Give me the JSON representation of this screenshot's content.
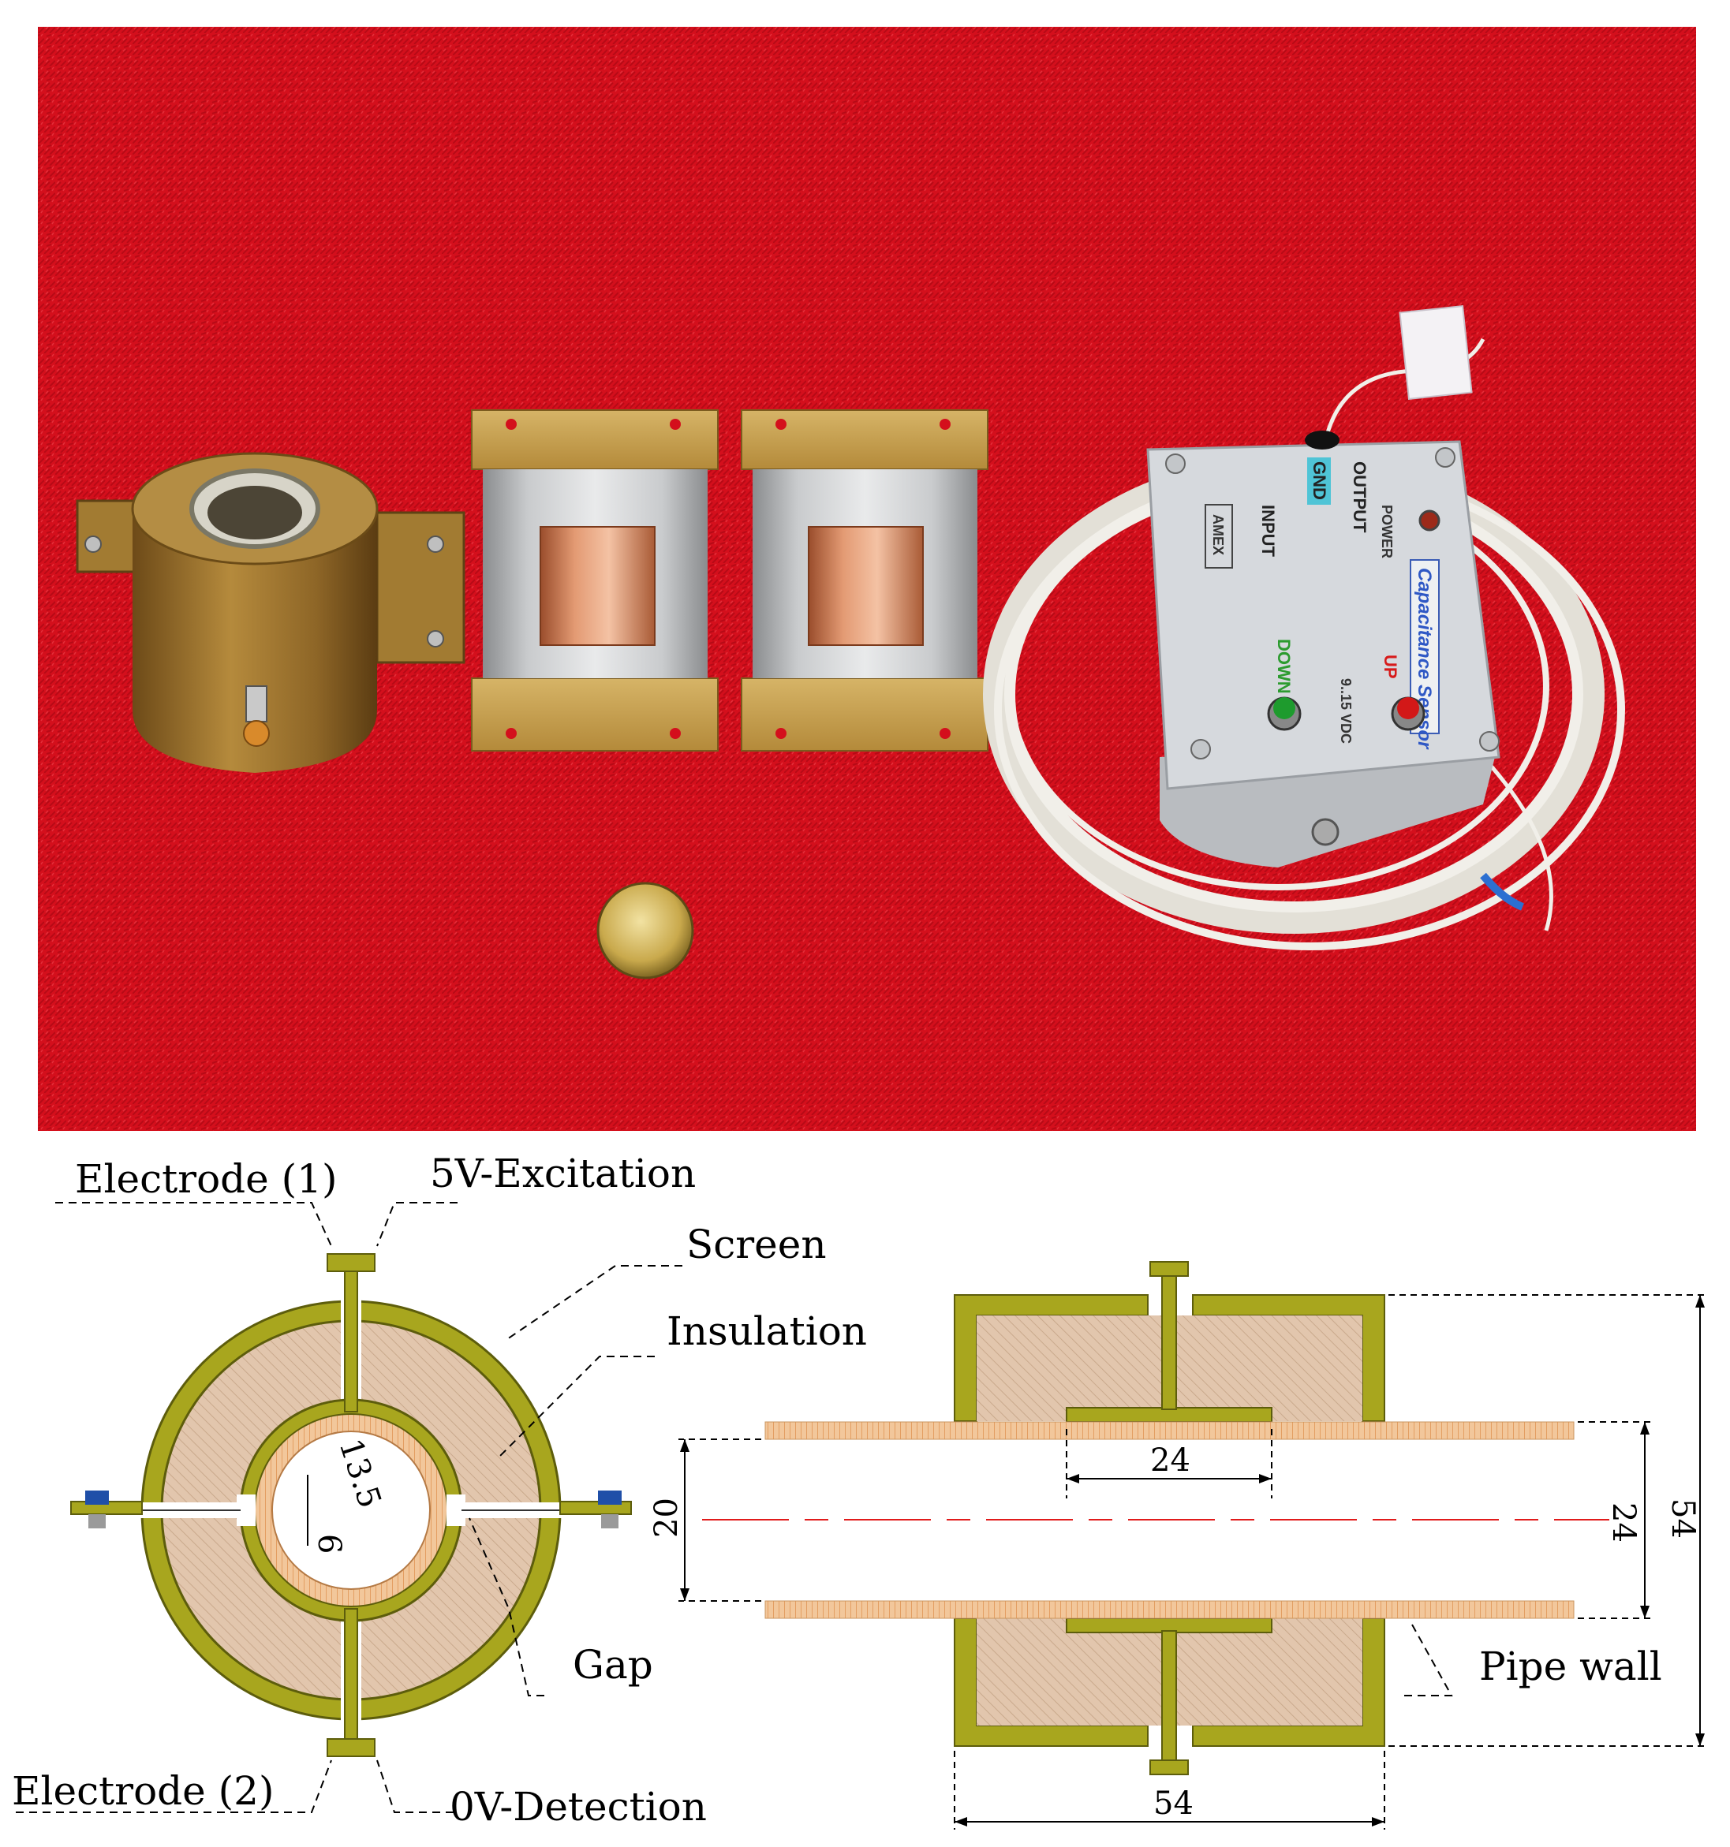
{
  "photo": {
    "box_labels": {
      "input": "INPUT",
      "gnd": "GND",
      "output": "OUTPUT",
      "power": "POWER",
      "amex": "AMEX",
      "capacitance_sensor": "Capacitance Sensor",
      "up": "UP",
      "down": "DOWN",
      "vdc": "9..15 VDC"
    },
    "colors": {
      "background": "#d9111e",
      "brass": "#a8822e",
      "copper": "#c8764c",
      "box": "#d6d9dd",
      "cable": "#f1efe9"
    }
  },
  "cross_section": {
    "labels": {
      "electrode1": "Electrode (1)",
      "excitation": "5V-Excitation",
      "electrode2": "Electrode (2)",
      "detection": "0V-Detection",
      "gap": "Gap",
      "screen": "Screen",
      "insulation": "Insulation"
    },
    "dims": {
      "inner": "13.5",
      "gap_width": "6"
    }
  },
  "side_view": {
    "labels": {
      "pipe_wall": "Pipe wall"
    },
    "dims": {
      "electrode_length": "24",
      "inner_diameter": "20",
      "outer_pipe": "24",
      "screen_height": "54",
      "screen_width": "54"
    }
  },
  "colors": {
    "screen": "#8b8c16",
    "screen_fill": "#a8a61e",
    "insulation": "#e2c6ad",
    "pipe": "#e9b487",
    "axis": "#e11b1b",
    "bolt": "#1f4fa8"
  }
}
